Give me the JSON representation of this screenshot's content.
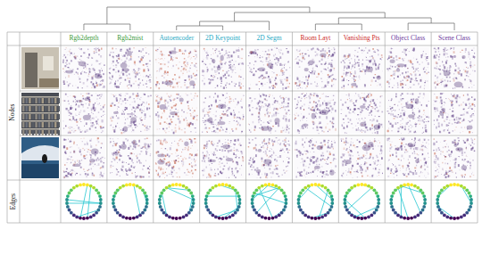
{
  "diagram": {
    "labels": [
      "Rgb2depth",
      "Rgb2mist",
      "Autoencoder",
      "2D Keypoint",
      "2D Segm",
      "Room Layt",
      "Vanishing Pts",
      "Object Class",
      "Scene Class",
      "Nodes",
      "Edges"
    ]
  }
}
